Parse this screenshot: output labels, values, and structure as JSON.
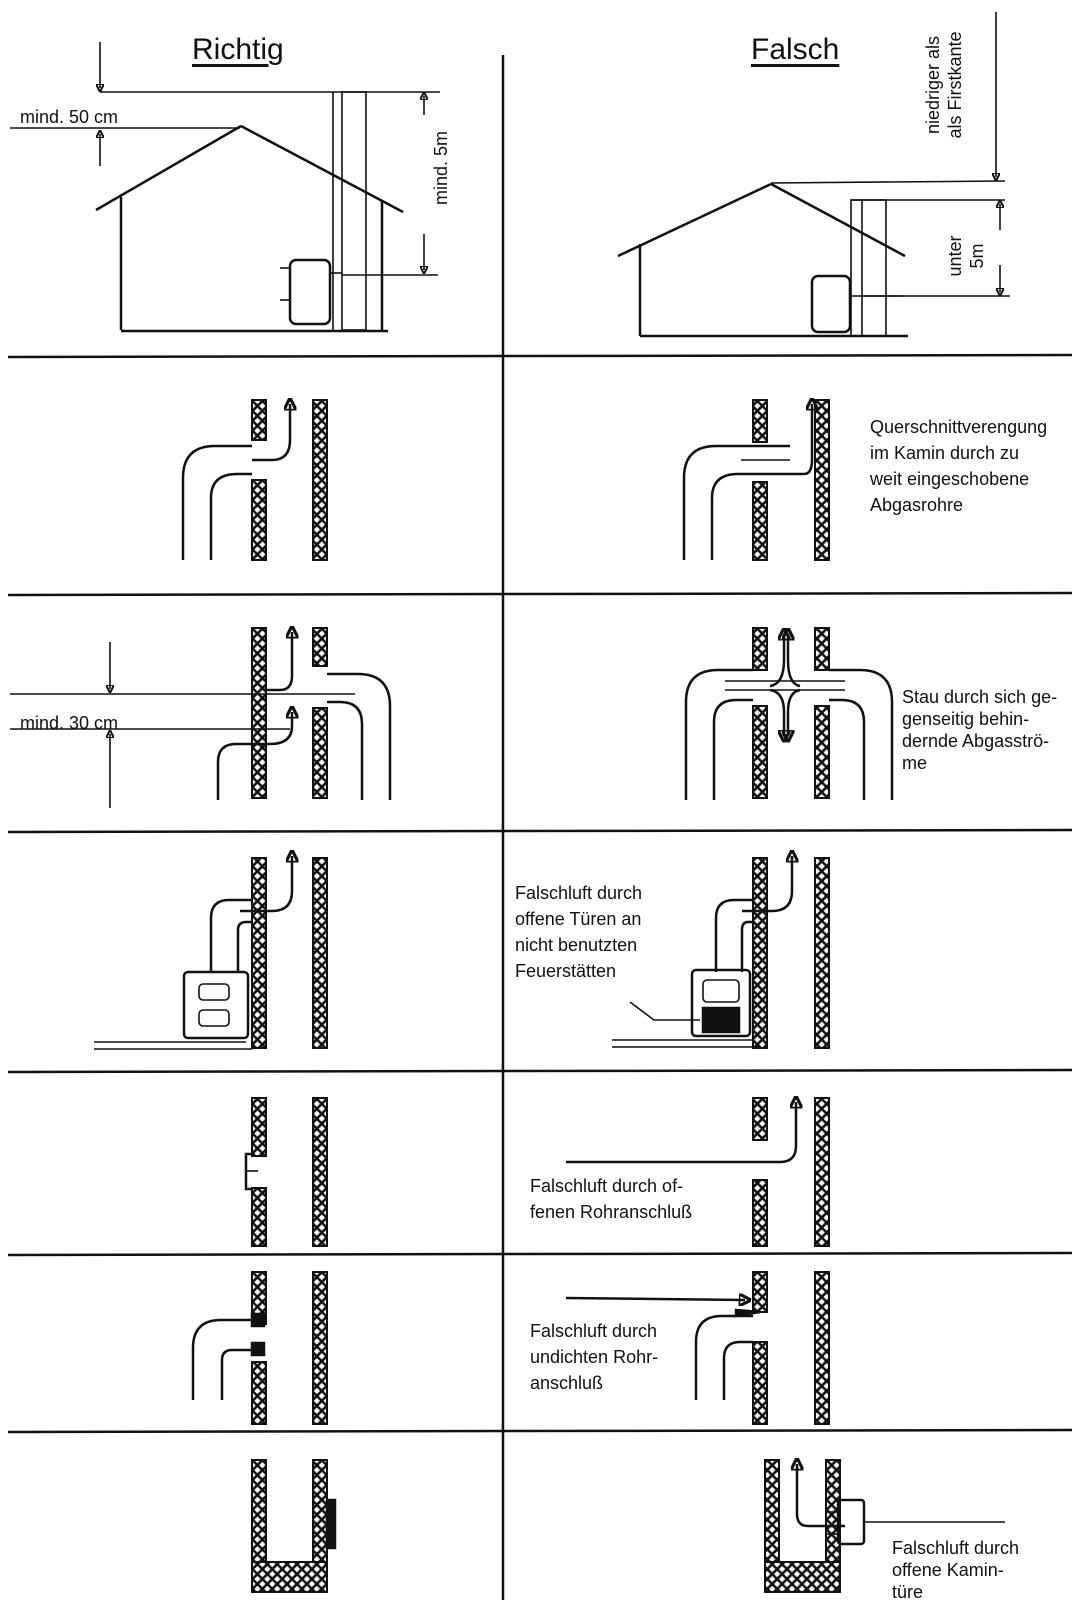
{
  "headers": {
    "richtig": "Richtig",
    "falsch": "Falsch"
  },
  "row1": {
    "left_min50": "mind. 50 cm",
    "left_min5m": "mind. 5m",
    "right_niedriger": [
      "niedriger als",
      "als Firstkante"
    ],
    "right_unter": [
      "unter",
      "5m"
    ]
  },
  "row2": {
    "right_note": [
      "Querschnittverengung",
      "im Kamin durch zu",
      "weit eingeschobene",
      "Abgasrohre"
    ]
  },
  "row3": {
    "left_min30": "mind. 30 cm",
    "right_note": [
      "Stau durch sich ge-",
      "genseitig behin-",
      "dernde Abgasströ-",
      "me"
    ]
  },
  "row4": {
    "note": [
      "Falschluft durch",
      "offene Türen an",
      "nicht benutzten",
      "Feuerstätten"
    ]
  },
  "row5": {
    "note": [
      "Falschluft durch of-",
      "fenen Rohranschluß"
    ]
  },
  "row6": {
    "note": [
      "Falschluft durch",
      "undichten Rohr-",
      "anschluß"
    ]
  },
  "row7": {
    "note": [
      "Falschluft durch",
      "offene Kamin-",
      "türe"
    ]
  }
}
